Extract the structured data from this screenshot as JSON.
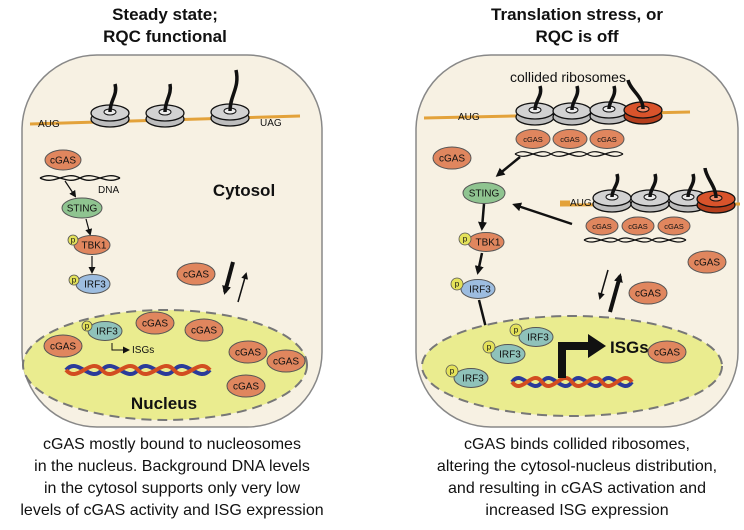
{
  "left": {
    "title_line1": "Steady state;",
    "title_line2": "RQC functional",
    "aug": "AUG",
    "uag": "UAG",
    "cgas": "cGAS",
    "dna": "DNA",
    "sting": "STING",
    "tbk1": "TBK1",
    "irf3": "IRF3",
    "p": "p",
    "cytosol": "Cytosol",
    "isgs": "ISGs",
    "nucleus": "Nucleus",
    "caption": [
      "cGAS mostly bound to nucleosomes",
      "in the nucleus. Background DNA levels",
      "in the cytosol supports only very low",
      "levels of cGAS activity and ISG expression"
    ]
  },
  "right": {
    "title_line1": "Translation stress, or",
    "title_line2": "RQC is off",
    "collided": "collided ribosomes",
    "aug": "AUG",
    "cgas": "cGAS",
    "sting": "STING",
    "tbk1": "TBK1",
    "irf3": "IRF3",
    "p": "p",
    "isgs": "ISGs",
    "caption": [
      "cGAS binds collided ribosomes,",
      "altering the cytosol-nucleus distribution,",
      "and resulting in cGAS activation and",
      "increased ISG expression"
    ]
  },
  "colors": {
    "cell_fill": "#f7f1e3",
    "nucleus_fill": "#eaec8f",
    "cgas_fill": "#e0865e",
    "sting_fill": "#8fc490",
    "irf3_fill": "#9dbde0",
    "irf3_nuc_fill": "#8fc2ba",
    "p_fill": "#e4e25a",
    "mrna": "#e3a23a",
    "ribosome_gray": "#c8c8c8",
    "ribosome_red": "#d9532b"
  }
}
